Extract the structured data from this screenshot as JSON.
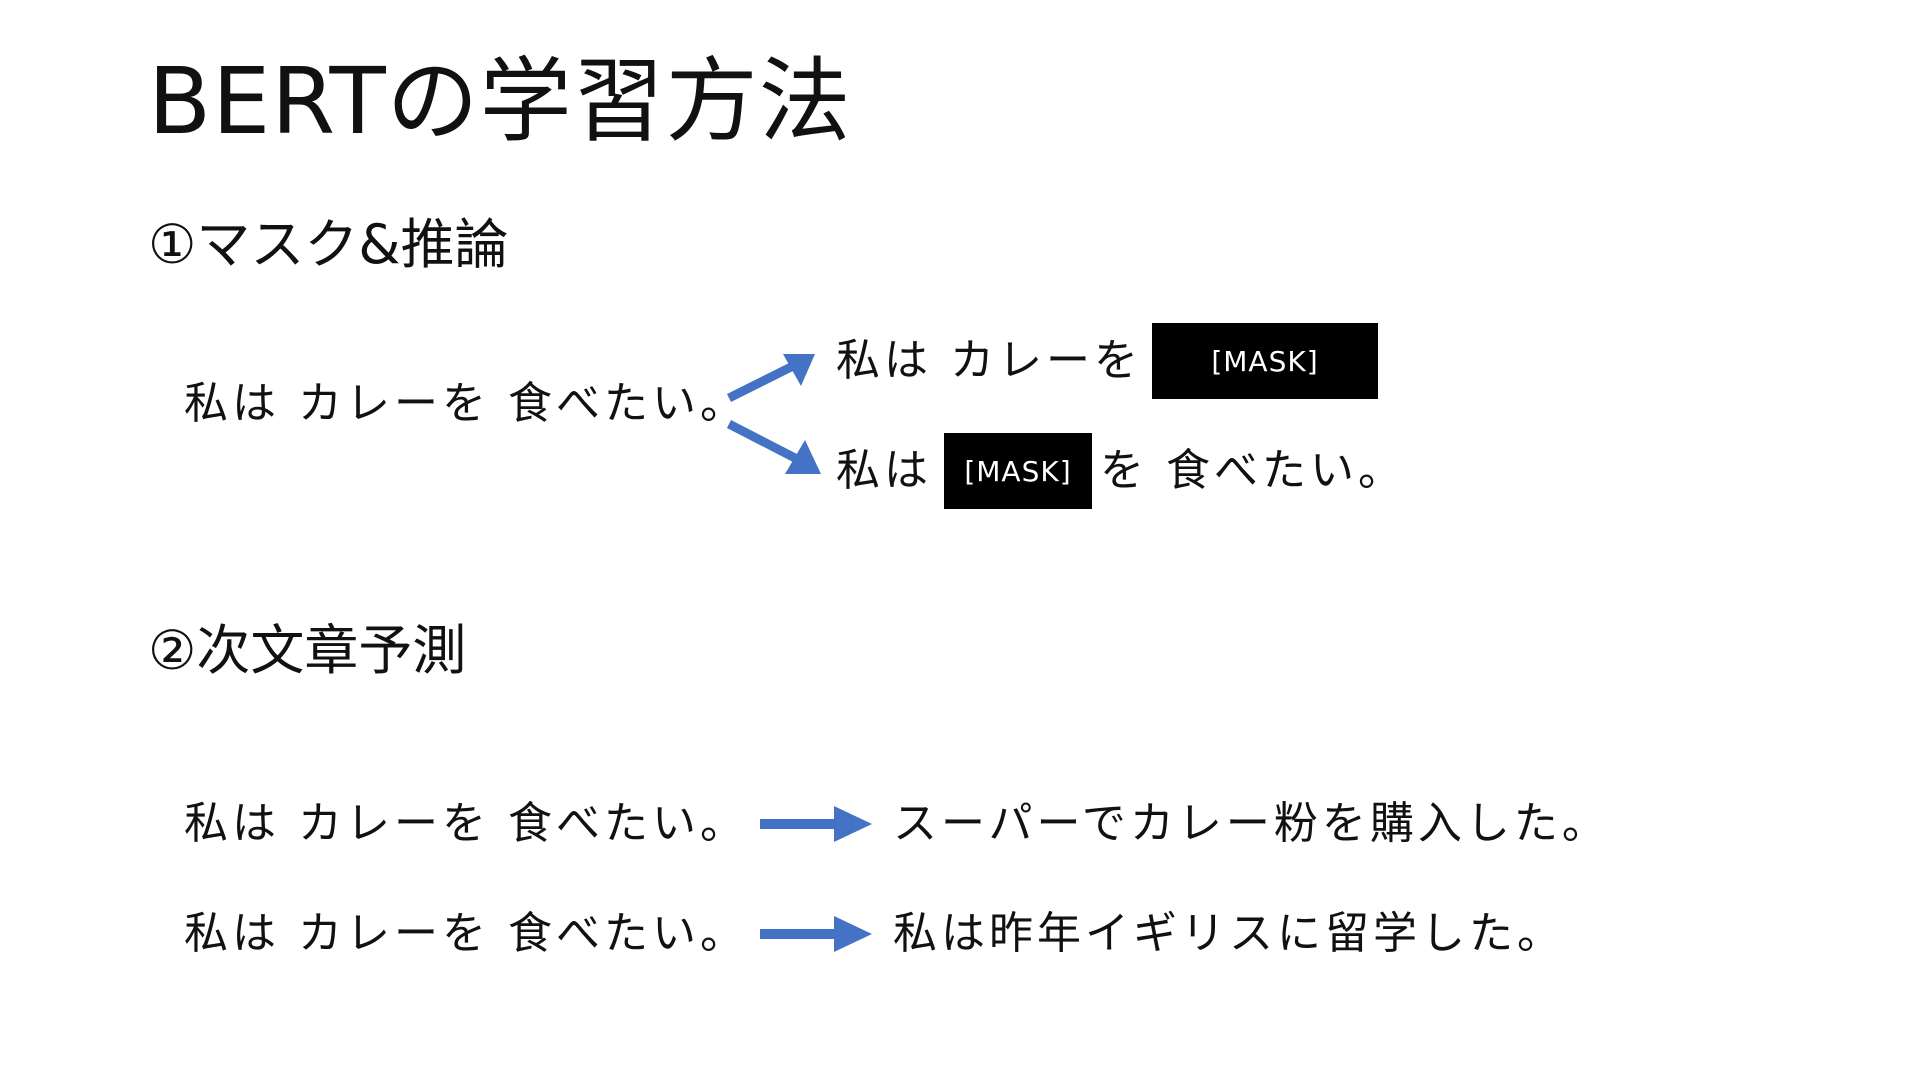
{
  "slide": {
    "title": "BERTの学習方法",
    "section1": {
      "heading": "①マスク&推論",
      "source_sentence": "私は カレーを 食べたい。",
      "masked_a": {
        "prefix": "私は カレーを",
        "mask_label": "[MASK]"
      },
      "masked_b": {
        "prefix": "私は",
        "mask_label": "[MASK]",
        "suffix": "を 食べたい。"
      }
    },
    "section2": {
      "heading": "②次文章予測",
      "pairs": [
        {
          "first": "私は カレーを 食べたい。",
          "second": "スーパーでカレー粉を購入した。"
        },
        {
          "first": "私は カレーを 食べたい。",
          "second": "私は昨年イギリスに留学した。"
        }
      ]
    }
  },
  "colors": {
    "arrow": "#4472C4",
    "mask_bg": "#000000",
    "mask_text": "#FFFFFF",
    "text": "#111111"
  },
  "icons": {
    "arrow_up_right": "arrow-up-right-icon",
    "arrow_down_right": "arrow-down-right-icon",
    "arrow_right": "arrow-right-icon"
  }
}
